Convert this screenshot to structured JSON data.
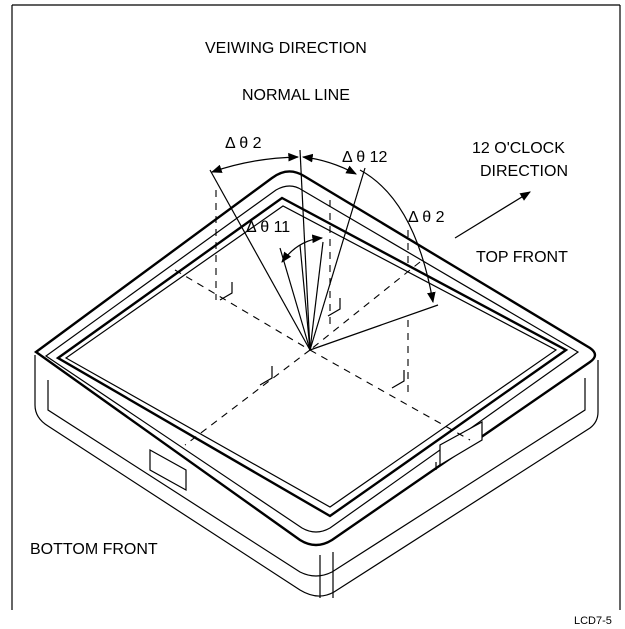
{
  "labels": {
    "viewing_direction": "VEIWING DIRECTION",
    "normal_line": "NORMAL LINE",
    "theta2_left": "Δ θ 2",
    "theta12": "Δ θ 12",
    "theta11": "Δ θ 11",
    "theta2_right": "Δ θ 2",
    "clock_line1": "12 O'CLOCK",
    "clock_line2": "DIRECTION",
    "top_front": "TOP FRONT",
    "bottom_front": "BOTTOM FRONT",
    "figure_id": "LCD7-5"
  }
}
